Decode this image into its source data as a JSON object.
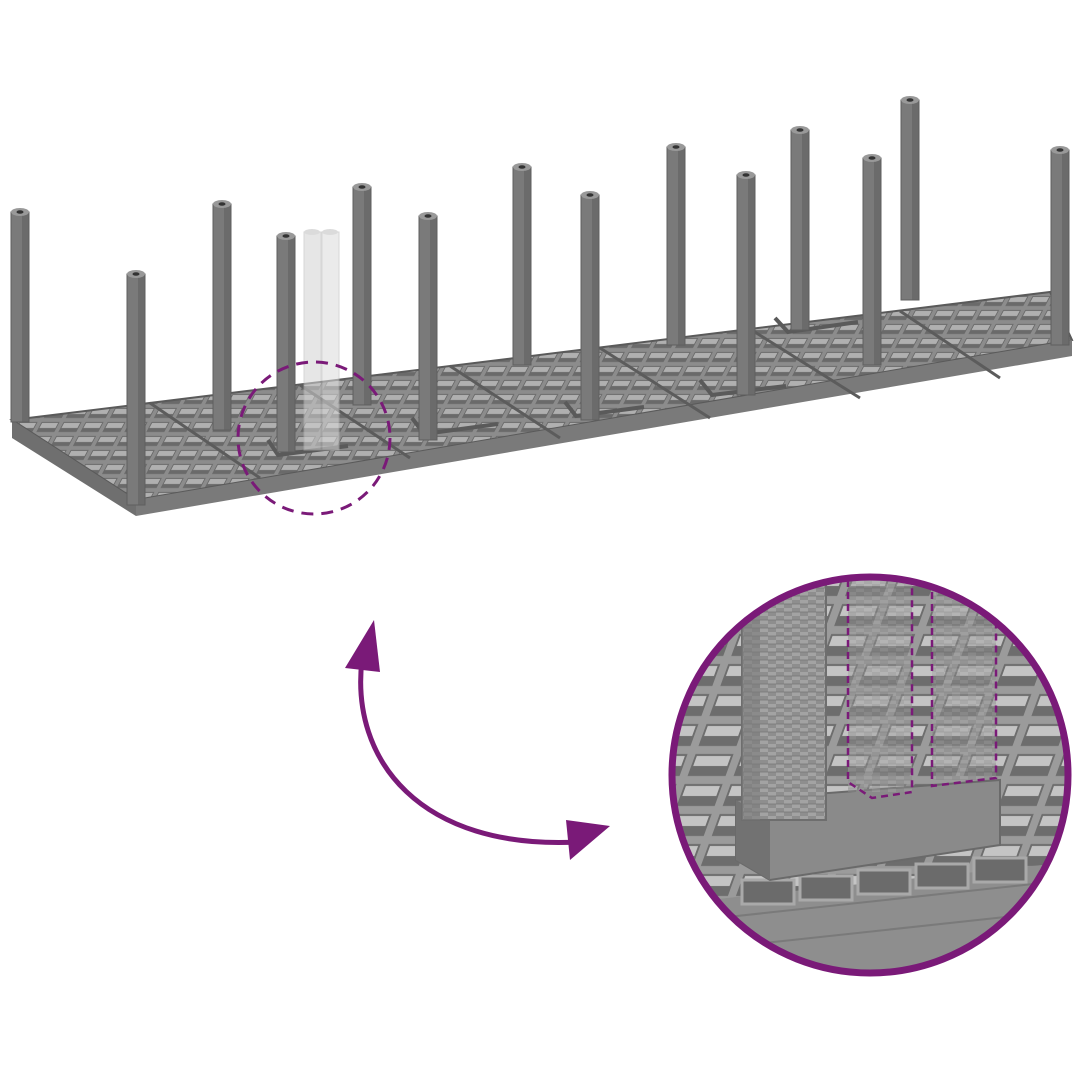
{
  "colors": {
    "background": "#ffffff",
    "frame_top": "#8a8a8a",
    "frame_front": "#6f6f6f",
    "frame_side": "#7c7c7c",
    "grid_line": "#5c5c5c",
    "grid_light": "#9a9a9a",
    "post": "#7a7a7a",
    "post_shade": "#5f5f5f",
    "post_highlight": "#999999",
    "ghost_post": "#d6d6d6",
    "accent": "#7a1a78"
  },
  "icons": {
    "highlight_marker": "dashed-circle",
    "rotation_arrow": "curved-double-arrow",
    "detail_view": "magnified-circle"
  }
}
